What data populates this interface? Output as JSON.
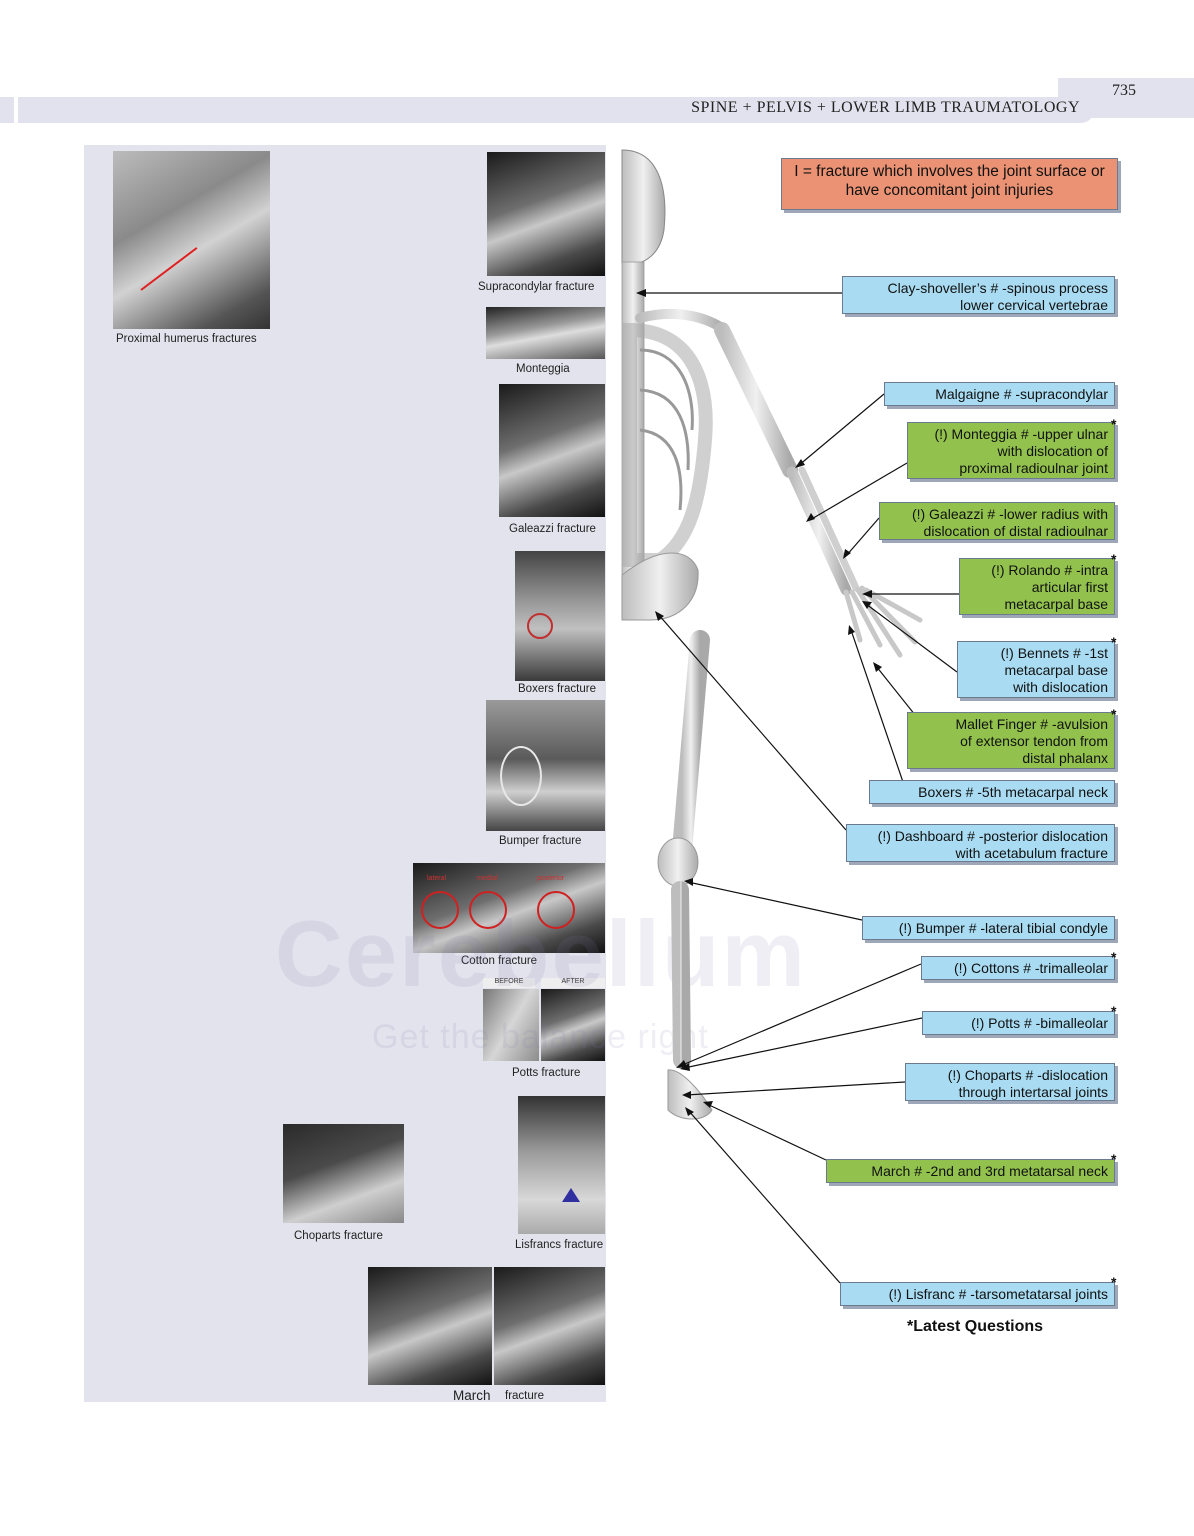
{
  "header": {
    "title": "SPINE + PELVIS + LOWER LIMB TRAUMATOLOGY",
    "page_number": "735"
  },
  "images": [
    {
      "id": "proximal-humerus",
      "caption": "Proximal humerus fractures"
    },
    {
      "id": "supracondylar",
      "caption": "Supracondylar fracture"
    },
    {
      "id": "monteggia",
      "caption": "Monteggia"
    },
    {
      "id": "galeazzi",
      "caption": "Galeazzi fracture"
    },
    {
      "id": "boxers",
      "caption": "Boxers fracture"
    },
    {
      "id": "bumper",
      "caption": "Bumper fracture"
    },
    {
      "id": "cotton",
      "caption": "Cotton fracture"
    },
    {
      "id": "potts",
      "caption": "Potts fracture",
      "labels": [
        "BEFORE",
        "AFTER"
      ]
    },
    {
      "id": "choparts",
      "caption": "Choparts fracture"
    },
    {
      "id": "lisfrancs",
      "caption": "Lisfrancs fracture"
    },
    {
      "id": "march",
      "caption_main": "March",
      "caption_small": "fracture"
    }
  ],
  "cotton_labels": [
    "lateral",
    "medial",
    "posterior"
  ],
  "legend": "I = fracture which involves the joint surface or have concomitant joint injuries",
  "labels": [
    {
      "id": "clay",
      "color": "blue",
      "lines": [
        "Clay-shoveller’s # -spinous process",
        "lower cervical vertebrae"
      ],
      "star": false
    },
    {
      "id": "malgaigne",
      "color": "blue",
      "lines": [
        "Malgaigne # -supracondylar"
      ],
      "star": false
    },
    {
      "id": "monteggia",
      "color": "green",
      "lines": [
        "(!) Monteggia # -upper ulnar",
        "with dislocation of",
        "proximal radioulnar joint"
      ],
      "star": true
    },
    {
      "id": "galeazzi",
      "color": "green",
      "lines": [
        "(!) Galeazzi # -lower radius with",
        "dislocation of distal radioulnar"
      ],
      "star": false
    },
    {
      "id": "rolando",
      "color": "green",
      "lines": [
        "(!) Rolando # -intra",
        "articular first",
        "metacarpal base"
      ],
      "star": true
    },
    {
      "id": "bennets",
      "color": "blue",
      "lines": [
        "(!) Bennets # -1st",
        "metacarpal base",
        "with dislocation"
      ],
      "star": true
    },
    {
      "id": "mallet",
      "color": "green",
      "lines": [
        "Mallet Finger # -avulsion",
        "of extensor tendon from",
        "distal phalanx"
      ],
      "star": true
    },
    {
      "id": "boxers",
      "color": "blue",
      "lines": [
        "Boxers # -5th metacarpal neck"
      ],
      "star": false
    },
    {
      "id": "dashboard",
      "color": "blue",
      "lines": [
        "(!) Dashboard # -posterior dislocation",
        "with acetabulum fracture"
      ],
      "star": false
    },
    {
      "id": "bumper",
      "color": "blue",
      "lines": [
        "(!) Bumper # -lateral tibial condyle"
      ],
      "star": false
    },
    {
      "id": "cottons",
      "color": "blue",
      "lines": [
        "(!) Cottons # -trimalleolar"
      ],
      "star": true
    },
    {
      "id": "potts",
      "color": "blue",
      "lines": [
        "(!) Potts # -bimalleolar"
      ],
      "star": true
    },
    {
      "id": "choparts",
      "color": "blue",
      "lines": [
        "(!) Choparts # -dislocation",
        "through intertarsal joints"
      ],
      "star": false
    },
    {
      "id": "march",
      "color": "green",
      "lines": [
        "March # -2nd and 3rd metatarsal neck"
      ],
      "star": true
    },
    {
      "id": "lisfranc",
      "color": "blue",
      "lines": [
        "(!) Lisfranc # -tarsometatarsal joints"
      ],
      "star": true
    }
  ],
  "footnote": "Latest Questions",
  "footnote_star": "*",
  "watermark": {
    "brand": "Cerebellum",
    "tagline": "Get the balance right"
  }
}
